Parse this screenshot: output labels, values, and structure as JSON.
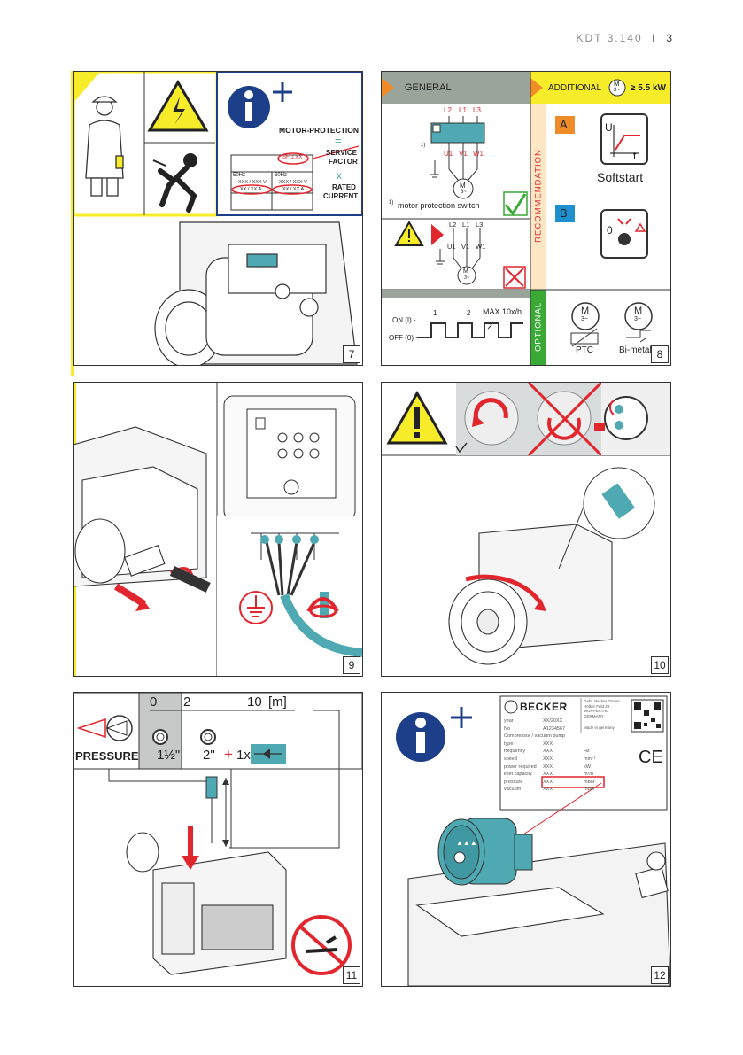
{
  "header": {
    "doc": "KDT 3.140",
    "sep": "I",
    "page": "3"
  },
  "panels": {
    "p7": {
      "number": "7",
      "motor_protection": "MOTOR-PROTECTION",
      "equals": "=",
      "service_factor_1": "SERVICE",
      "service_factor_2": "FACTOR",
      "times": "x",
      "rated_current_1": "RATED",
      "rated_current_2": "CURRENT",
      "plate": {
        "sf": "SF 1.XX",
        "hz50": "50Hz",
        "hz60": "60Hz",
        "v50": "XXX / XXX V",
        "v60": "XXX / XXX V",
        "a50": "XX / XX A",
        "a60": "XX / XX A"
      }
    },
    "p8": {
      "number": "8",
      "general": "GENERAL",
      "additional": "ADDITIONAL",
      "additional_power": "≥ 5.5 kW",
      "recommendation": "RECOMMENDATION",
      "optional": "OPTIONAL",
      "labels": {
        "l2": "L2",
        "l1": "L1",
        "l3": "L3",
        "u1": "U1",
        "v1": "V1",
        "w1": "W1",
        "m": "M",
        "m3": "3~",
        "one": "1)"
      },
      "mps_note": "motor protection switch",
      "a": "A",
      "b": "B",
      "u": "U",
      "t": "t",
      "softstart": "Softstart",
      "zero": "0",
      "on": "ON (I) -",
      "off": "OFF (0) -",
      "p1": "1",
      "p2": "2",
      "max": "MAX 10x/h",
      "ptc": "PTC",
      "bimetal": "Bi-metal"
    },
    "p9": {
      "number": "9"
    },
    "p10": {
      "number": "10"
    },
    "p11": {
      "number": "11",
      "zero": "0",
      "two": "2",
      "ten": "10",
      "unit": "[m]",
      "pressure": "PRESSURE",
      "size1": "1½\"",
      "size2": "2\"",
      "plus": "+",
      "onex": "1x"
    },
    "p12": {
      "number": "12",
      "brand": "BECKER",
      "address": [
        "Gebr. Becker GmbH",
        "Hölker Feld 29",
        "WUPPERTAL",
        "GERMANY"
      ],
      "made": "Made in germany",
      "rows": [
        {
          "k": "year",
          "v": "XX/20XX",
          "u": ""
        },
        {
          "k": "No",
          "v": "A1234567",
          "u": ""
        },
        {
          "k": "Compressor / vacuum pump",
          "v": "",
          "u": ""
        },
        {
          "k": "type",
          "v": "XXX",
          "u": ""
        },
        {
          "k": "frequency",
          "v": "XXX",
          "u": "Hz"
        },
        {
          "k": "speed",
          "v": "XXX",
          "u": "min⁻¹"
        },
        {
          "k": "power required",
          "v": "XXX",
          "u": "kW"
        },
        {
          "k": "inlet capacity",
          "v": "XXX",
          "u": "m³/h"
        },
        {
          "k": "pressure",
          "v": "XXX",
          "u": "mbar"
        },
        {
          "k": "vacuum",
          "v": "XXX",
          "u": "mbar"
        }
      ],
      "ce": "CE"
    }
  },
  "colors": {
    "red": "#e1262d",
    "teal": "#4ea9b3",
    "yellow": "#f6ec2a",
    "navy": "#1d3f8a",
    "green": "#3aa935",
    "orange": "#f08c28"
  }
}
